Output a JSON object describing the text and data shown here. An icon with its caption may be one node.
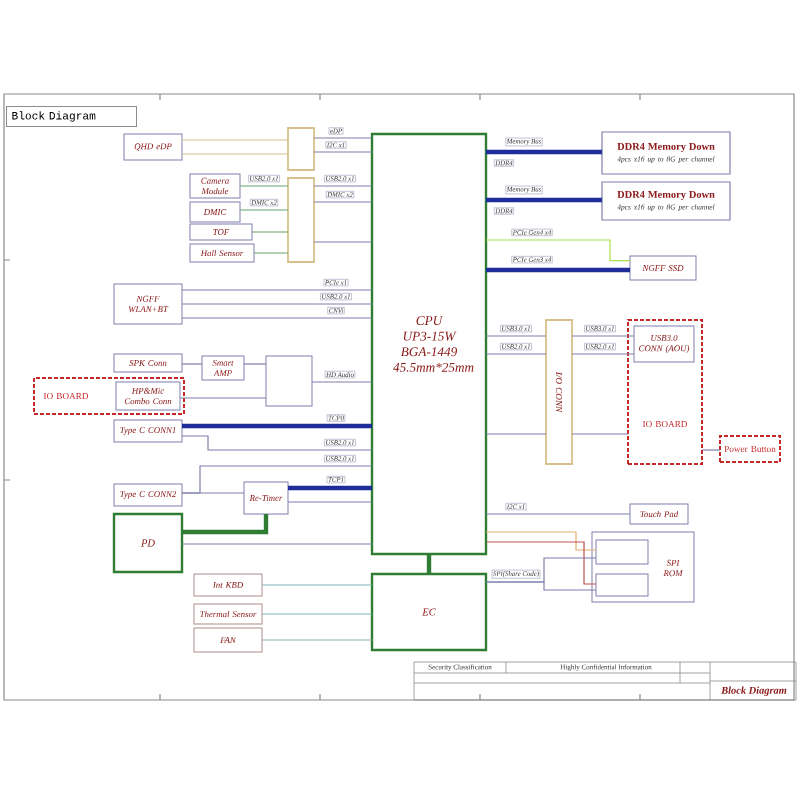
{
  "diagram": {
    "title": "Block Diagram",
    "nodes": [
      {
        "text": [
          "QHD eDP"
        ]
      },
      {
        "text": [],
        "shape": "box"
      },
      {
        "text": [
          "Camera Module"
        ]
      },
      {
        "text": [
          "DMIC"
        ]
      },
      {
        "text": [
          "TOF"
        ]
      },
      {
        "text": [
          "Hall Sensor"
        ]
      },
      {
        "text": [],
        "shape": "box"
      },
      {
        "text": [
          "CPU UP3-15W BGA-1449 45.5mm*25mm"
        ]
      },
      {
        "text": [
          "DDR4 Memory Down",
          "4pcs x16 up to 8G per channel"
        ]
      },
      {
        "text": [
          "DDR4 Memory Down",
          "4pcs x16 up to 8G per channel"
        ]
      },
      {
        "text": [
          "NGFF SSD"
        ]
      },
      {
        "text": [
          "NGFF WLAN+BT"
        ]
      },
      {
        "text": [
          "SPK Conn"
        ]
      },
      {
        "text": [
          "IO BOARD"
        ]
      },
      {
        "text": [
          "HP&Mic Combo Conn"
        ],
        "in": 13
      },
      {
        "text": [
          "Smart AMP"
        ]
      },
      {
        "text": [],
        "shape": "box"
      },
      {
        "text": [
          "Type C CONN1"
        ]
      },
      {
        "text": [
          "Type C CONN2"
        ]
      },
      {
        "text": [
          "Re-Timer"
        ]
      },
      {
        "text": [
          "PD"
        ]
      },
      {
        "text": [
          "I/O CONN"
        ]
      },
      {
        "text": [
          "IO BOARD"
        ]
      },
      {
        "text": [
          "USB3.0 CONN (AOU)"
        ],
        "in": 22
      },
      {
        "text": [
          "Power Button"
        ]
      },
      {
        "text": [
          "Touch Pad"
        ]
      },
      {
        "text": [
          "SPI ROM"
        ]
      },
      {
        "text": [],
        "shape": "box",
        "in": 26
      },
      {
        "text": [],
        "shape": "box",
        "in": 26
      },
      {
        "text": [
          "EC"
        ]
      },
      {
        "text": [
          "Int KBD"
        ]
      },
      {
        "text": [
          "Thermal Sensor"
        ]
      },
      {
        "text": [
          "FAN"
        ]
      }
    ],
    "edges": [
      {
        "from": 0,
        "to": 1,
        "arrow": "none",
        "color": "#d9c08a"
      },
      {
        "from": 0,
        "to": 1,
        "arrow": "none",
        "color": "#d9c08a"
      },
      {
        "from": 1,
        "to": 7,
        "arrow": "none",
        "label": "eDP"
      },
      {
        "from": 1,
        "to": 7,
        "arrow": "none",
        "label": "I2C x1"
      },
      {
        "from": 2,
        "to": 6,
        "arrow": "none",
        "label": "USB2.0 x1",
        "color": "#6d9f6d"
      },
      {
        "from": 3,
        "to": 6,
        "arrow": "none",
        "label": "DMIC x2",
        "color": "#6d9f6d"
      },
      {
        "from": 4,
        "to": 6,
        "arrow": "none",
        "color": "#6d9f6d"
      },
      {
        "from": 5,
        "to": 6,
        "arrow": "none",
        "color": "#6d9f6d"
      },
      {
        "from": 6,
        "to": 7,
        "arrow": "none",
        "label": "USB2.0 x1"
      },
      {
        "from": 6,
        "to": 7,
        "arrow": "none",
        "label": "DMIC x2"
      },
      {
        "from": 6,
        "to": 7,
        "arrow": "none"
      },
      {
        "from": 11,
        "to": 7,
        "arrow": "none",
        "label": "PCIe x1"
      },
      {
        "from": 11,
        "to": 7,
        "arrow": "none",
        "label": "USB2.0 x1"
      },
      {
        "from": 11,
        "to": 7,
        "arrow": "none",
        "label": "CNVi"
      },
      {
        "from": 7,
        "to": 8,
        "arrow": "none",
        "label": "Memory Bus",
        "style": "thick",
        "color": "#1f2d9a"
      },
      {
        "from": 7,
        "to": 9,
        "arrow": "none",
        "label": "Memory Bus",
        "style": "thick",
        "color": "#1f2d9a"
      },
      {
        "from": 7,
        "to": 10,
        "arrow": "none",
        "label": "PCIe Gen4 x4",
        "color": "#a8e04a"
      },
      {
        "from": 7,
        "to": 10,
        "arrow": "none",
        "label": "PCIe Gen3 x4",
        "style": "thick",
        "color": "#1f2d9a"
      },
      {
        "from": 12,
        "to": 15,
        "arrow": "none"
      },
      {
        "from": 15,
        "to": 16,
        "arrow": "none"
      },
      {
        "from": 14,
        "to": 16,
        "arrow": "none"
      },
      {
        "from": 16,
        "to": 7,
        "arrow": "none",
        "label": "HD Audio"
      },
      {
        "from": 17,
        "to": 7,
        "arrow": "none",
        "label": "TCP0",
        "style": "thick",
        "color": "#1f2d9a"
      },
      {
        "from": 17,
        "to": 7,
        "arrow": "none",
        "label": "USB2.0 x1"
      },
      {
        "from": 18,
        "to": 7,
        "arrow": "none",
        "label": "USB2.0 x1"
      },
      {
        "from": 18,
        "to": 19,
        "arrow": "none"
      },
      {
        "from": 19,
        "to": 7,
        "arrow": "none",
        "label": "TCP1",
        "style": "thick",
        "color": "#1f2d9a"
      },
      {
        "from": 19,
        "to": 7,
        "arrow": "none"
      },
      {
        "from": 20,
        "to": 19,
        "arrow": "none",
        "style": "thick",
        "color": "#2e7d32"
      },
      {
        "from": 20,
        "to": 7,
        "arrow": "none"
      },
      {
        "from": 7,
        "to": 21,
        "arrow": "none",
        "label": "USB3.0 x1"
      },
      {
        "from": 7,
        "to": 21,
        "arrow": "none",
        "label": "USB2.0 x1"
      },
      {
        "from": 21,
        "to": 23,
        "arrow": "none",
        "label": "USB3.0 x1"
      },
      {
        "from": 21,
        "to": 23,
        "arrow": "none",
        "label": "USB2.0 x1"
      },
      {
        "from": 7,
        "to": 21,
        "arrow": "none"
      },
      {
        "from": 21,
        "to": 22,
        "arrow": "none"
      },
      {
        "from": 22,
        "to": 24,
        "arrow": "none"
      },
      {
        "from": 7,
        "to": 25,
        "arrow": "none",
        "label": "I2C x1"
      },
      {
        "from": 7,
        "to": 27,
        "arrow": "none",
        "color": "#e0b070"
      },
      {
        "from": 7,
        "to": 28,
        "arrow": "none",
        "color": "#c0504d"
      },
      {
        "from": 29,
        "to": 27,
        "arrow": "none",
        "label": "SPI(Share Code)"
      },
      {
        "from": 29,
        "to": 28,
        "arrow": "none"
      },
      {
        "from": 7,
        "to": 29,
        "arrow": "none",
        "style": "thick",
        "color": "#2e7d32"
      },
      {
        "from": 29,
        "to": 30,
        "arrow": "none",
        "color": "#7fb5b5"
      },
      {
        "from": 29,
        "to": 31,
        "arrow": "none",
        "color": "#7fb5b5"
      },
      {
        "from": 29,
        "to": 32,
        "arrow": "none",
        "color": "#7fb5b5"
      }
    ],
    "labels": [
      "DDR4",
      "DDR4",
      "Security Classification",
      "Highly Confidential Information",
      "Block Diagram"
    ]
  }
}
